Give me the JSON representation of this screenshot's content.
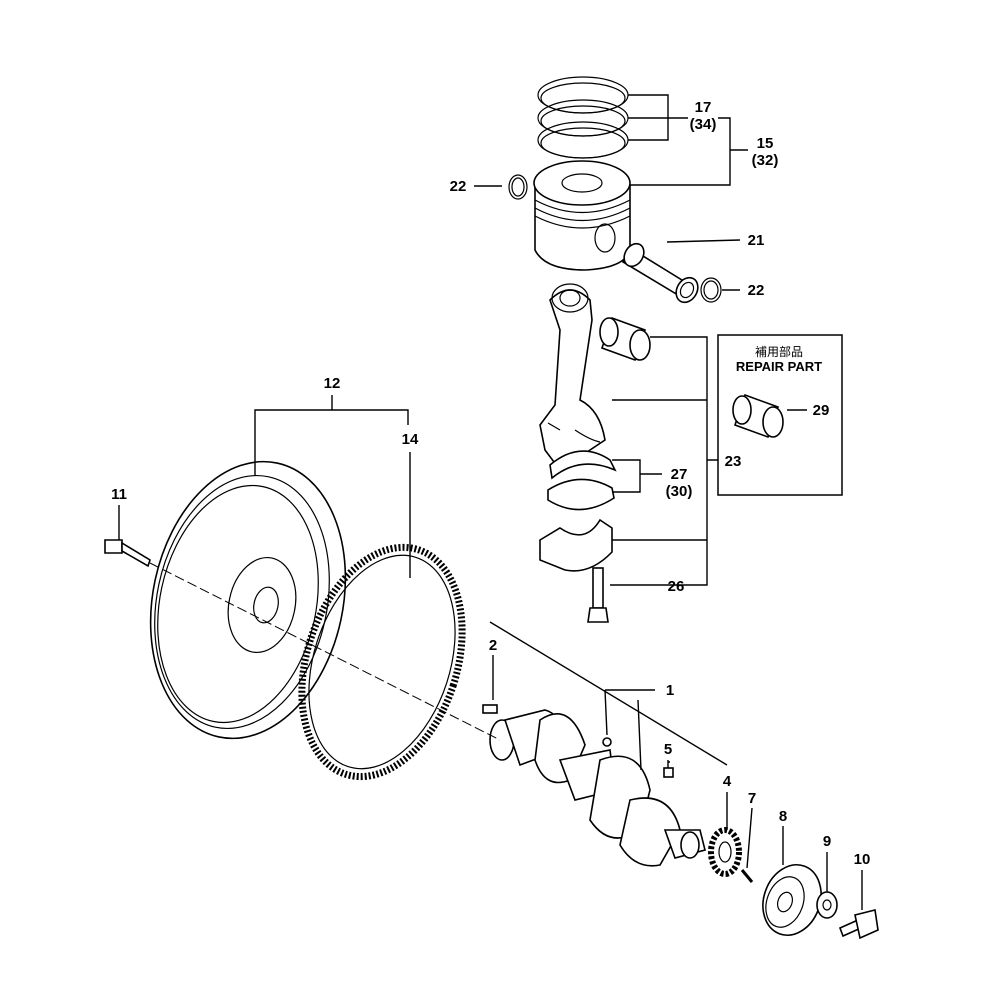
{
  "title": "Crankshaft & Piston exploded parts diagram",
  "labels": {
    "p17": "17",
    "p17_alt": "(34)",
    "p15": "15",
    "p15_alt": "(32)",
    "p22a": "22",
    "p21": "21",
    "p22b": "22",
    "p27": "27",
    "p27_alt": "(30)",
    "p23": "23",
    "p26": "26",
    "p29": "29",
    "p12": "12",
    "p14": "14",
    "p11": "11",
    "p2": "2",
    "p1": "1",
    "p5": "5",
    "p4": "4",
    "p7": "7",
    "p8": "8",
    "p9": "9",
    "p10": "10"
  },
  "repair_box": {
    "title_jp": "補用部品",
    "title_en": "REPAIR PART"
  }
}
